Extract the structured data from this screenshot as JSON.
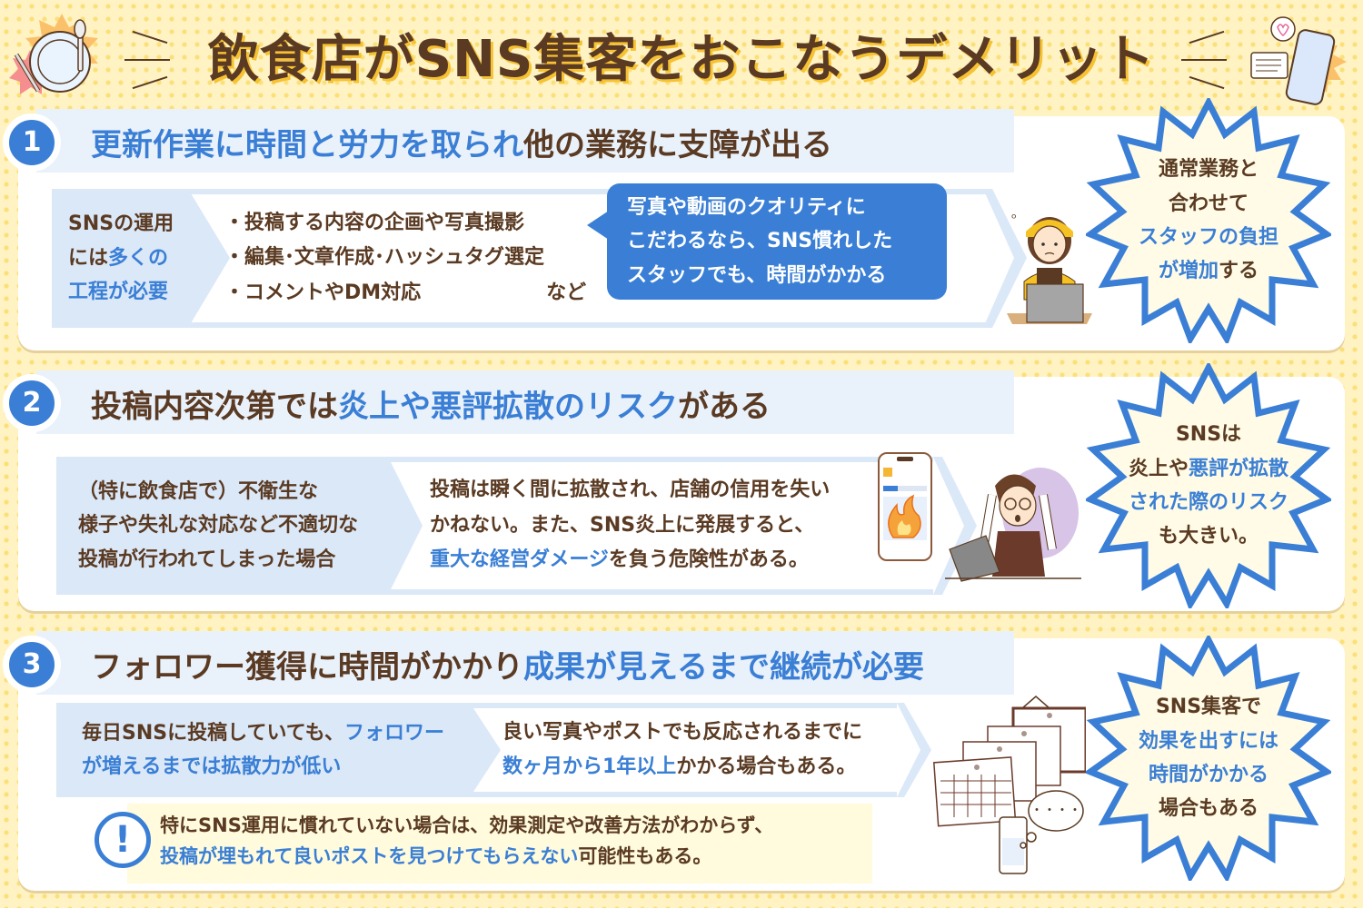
{
  "title": "飲食店がSNS集客をおこなうデメリット",
  "colors": {
    "background": "#fff3c4",
    "dots": "#fbe07a",
    "brown_text": "#5a3a22",
    "accent_blue": "#3a7fd5",
    "light_blue_band": "#e9f1fb",
    "segment_blue": "#dbe8f8",
    "title_shadow": "#f6c233",
    "burst_fill": "#fffbe6"
  },
  "sections": [
    {
      "number": "1",
      "heading_blue": "更新作業に時間と労力を取られ",
      "heading_brown": "他の業務に支障が出る",
      "left_lines": [
        {
          "brown": "SNSの運用",
          "blue": ""
        },
        {
          "brown": "には",
          "blue": "多くの"
        },
        {
          "brown": "",
          "blue": "工程が必要"
        }
      ],
      "bullets": [
        "・投稿する内容の企画や写真撮影",
        "・編集･文章作成･ハッシュタグ選定",
        "・コメントやDM対応"
      ],
      "bullets_suffix": "など",
      "bubble_lines": [
        "写真や動画のクオリティに",
        "こだわるなら、SNS慣れした",
        "スタッフでも、時間がかかる"
      ],
      "illustration": "worried-staff-at-laptop",
      "burst_lines": [
        {
          "brown": "通常業務と",
          "blue": ""
        },
        {
          "brown": "合わせて",
          "blue": ""
        },
        {
          "brown": "",
          "blue": "スタッフの負担"
        },
        {
          "blue": "が増加",
          "brown": "する"
        }
      ]
    },
    {
      "number": "2",
      "heading_brown_1": "投稿内容次第では",
      "heading_blue": "炎上や悪評拡散のリスク",
      "heading_brown_2": "がある",
      "left_lines": [
        "（特に飲食店で）不衛生な",
        "様子や失礼な対応など不適切な",
        "投稿が行われてしまった場合"
      ],
      "right_lines": [
        {
          "brown": "投稿は瞬く間に拡散され、店舗の信用を失い",
          "blue": ""
        },
        {
          "brown": "かねない。また、SNS炎上に発展すると、",
          "blue": ""
        },
        {
          "blue": "重大な経営ダメージ",
          "brown": "を負う危険性がある。"
        }
      ],
      "illustration": "phone-on-fire-and-distressed-staff",
      "burst_lines": [
        {
          "brown": "SNSは",
          "blue": ""
        },
        {
          "brown": "炎上や",
          "blue": "悪評が拡散"
        },
        {
          "brown": "",
          "blue": "された際のリスク"
        },
        {
          "brown": "も大きい。",
          "blue": ""
        }
      ]
    },
    {
      "number": "3",
      "heading_brown": "フォロワー獲得に時間がかかり",
      "heading_blue": "成果が見えるまで継続が必要",
      "left_lines": [
        {
          "brown": "毎日SNSに投稿していても、",
          "blue": "フォロワー"
        },
        {
          "brown": "",
          "blue": "が増えるまでは拡散力が低い"
        }
      ],
      "right_lines": [
        {
          "brown": "良い写真やポストでも反応されるまでに",
          "blue": ""
        },
        {
          "blue": "数ヶ月から1年以上",
          "brown": "かかる場合もある。"
        }
      ],
      "note_icon": "exclamation-icon",
      "note_lines": [
        {
          "brown": "特にSNS運用に慣れていない場合は、効果測定や改善方法がわからず、",
          "blue": ""
        },
        {
          "blue": "投稿が埋もれて良いポストを見つけてもらえない",
          "brown": "可能性もある。"
        }
      ],
      "illustration": "calendars-and-phone-thinking",
      "thought_bubble": "・・・・",
      "burst_lines": [
        {
          "brown": "SNS集客で",
          "blue": ""
        },
        {
          "brown": "",
          "blue": "効果を出すには"
        },
        {
          "brown": "",
          "blue": "時間がかかる"
        },
        {
          "brown": "場合もある",
          "blue": ""
        }
      ]
    }
  ]
}
